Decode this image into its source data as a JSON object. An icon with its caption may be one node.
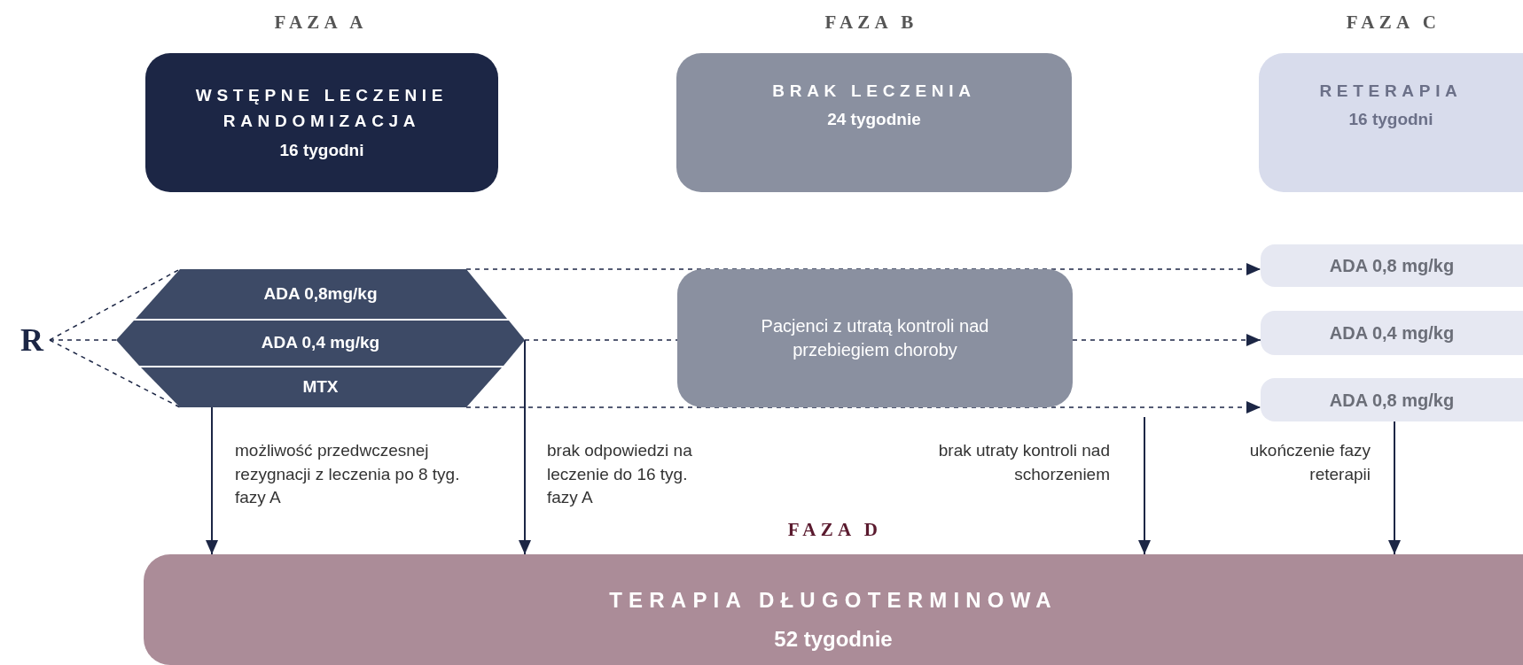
{
  "diagram": {
    "nodes": [
      {
        "text": [
          "WSTĘPNE LECZENIE RANDOMIZACJA",
          "16 tygodni"
        ]
      },
      {
        "text": [
          "BRAK LECZENIA",
          "24 tygodnie"
        ]
      },
      {
        "text": [
          "RETERAPIA",
          "16 tygodni"
        ]
      },
      {
        "text": [
          "R"
        ]
      },
      {
        "text": [
          "ADA 0,8mg/kg"
        ]
      },
      {
        "text": [
          "ADA 0,4 mg/kg"
        ]
      },
      {
        "text": [
          "MTX"
        ]
      },
      {
        "text": [
          "Pacjenci z utratą kontroli nad przebiegiem choroby"
        ]
      },
      {
        "text": [
          "ADA 0,8 mg/kg"
        ]
      },
      {
        "text": [
          "ADA 0,4 mg/kg"
        ]
      },
      {
        "text": [
          "ADA 0,8 mg/kg"
        ]
      },
      {
        "text": [
          "TERAPIA DŁUGOTERMINOWA",
          "52 tygodnie"
        ]
      }
    ],
    "edges": [
      {
        "from": 3,
        "to": 4,
        "arrow": "none",
        "style": "dashed"
      },
      {
        "from": 3,
        "to": 5,
        "arrow": "none",
        "style": "dashed"
      },
      {
        "from": 3,
        "to": 6,
        "arrow": "none",
        "style": "dashed"
      },
      {
        "from": 4,
        "to": 8,
        "arrow": "to",
        "style": "dashed"
      },
      {
        "from": 5,
        "to": 7,
        "arrow": "none",
        "style": "dashed"
      },
      {
        "from": 7,
        "to": 9,
        "arrow": "to",
        "style": "dashed"
      },
      {
        "from": 6,
        "to": 10,
        "arrow": "to",
        "style": "dashed"
      },
      {
        "from": 6,
        "to": 11,
        "arrow": "to",
        "label": "możliwość przedwczesnej rezygnacji z leczenia po 8 tyg. fazy A"
      },
      {
        "from": 5,
        "to": 11,
        "arrow": "to",
        "label": "brak odpowiedzi na leczenie do 16 tyg. fazy A"
      },
      {
        "from": 7,
        "to": 11,
        "arrow": "to",
        "label": "brak utraty kontroli nad schorzeniem"
      },
      {
        "from": 10,
        "to": 11,
        "arrow": "to",
        "label": "ukończenie fazy reterapii"
      }
    ],
    "labels": [
      "FAZA A",
      "FAZA B",
      "FAZA C",
      "FAZA D"
    ]
  }
}
